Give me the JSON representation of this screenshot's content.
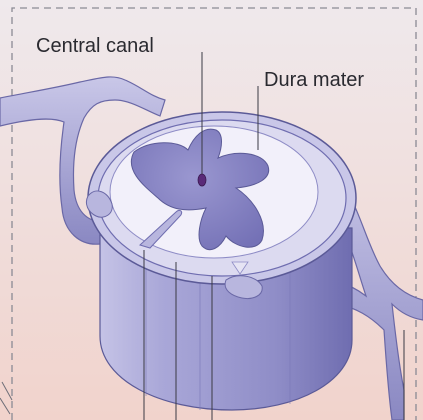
{
  "labels": {
    "central_canal": "Central canal",
    "dura_mater": "Dura mater"
  },
  "colors": {
    "background_top": "#efe9ec",
    "background_bottom": "#f1d3cc",
    "frame_dash": "#8a8a94",
    "cord_light": "#b8b6de",
    "cord_mid": "#8e8cc6",
    "cord_dark": "#5b5a97",
    "white_matter": "#f2f0fa",
    "grey_matter": "#8a86c4",
    "central_canal": "#5a2a78",
    "nerve_root": "#9f9dcc",
    "leader_line": "#3a3a44"
  },
  "icons": [
    "spinal-cord-cross-section",
    "nerve-root"
  ]
}
